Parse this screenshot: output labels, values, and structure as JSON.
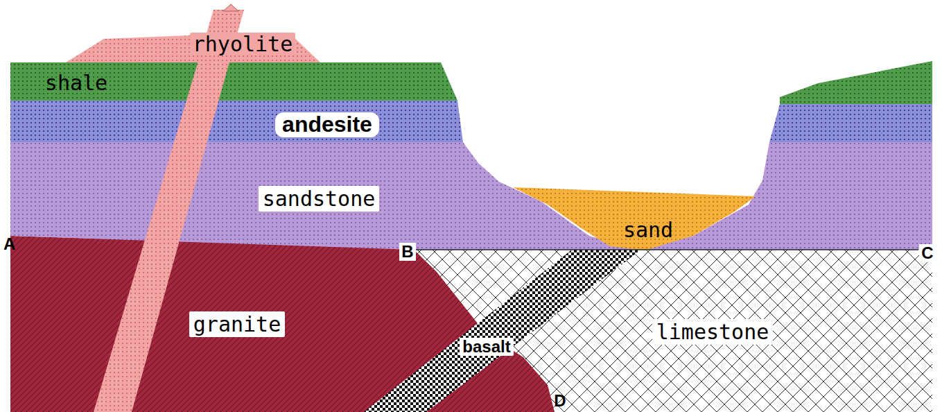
{
  "diagram": {
    "nodes": [
      {
        "text": [
          "rhyolite"
        ]
      },
      {
        "text": [
          "shale"
        ]
      },
      {
        "text": [
          "andesite"
        ]
      },
      {
        "text": [
          "sandstone"
        ]
      },
      {
        "text": [
          "sand"
        ]
      },
      {
        "text": [
          "granite"
        ]
      },
      {
        "text": [
          "basalt"
        ]
      },
      {
        "text": [
          "limestone"
        ]
      }
    ],
    "labels": [
      "A",
      "B",
      "C",
      "D"
    ]
  }
}
